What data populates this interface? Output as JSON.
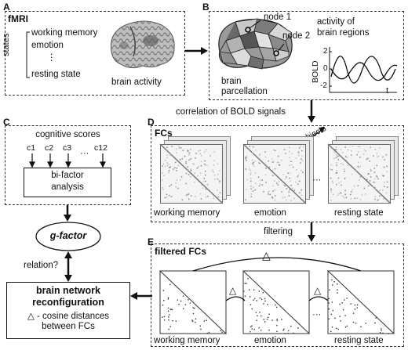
{
  "panelA": {
    "letter": "A",
    "title": "fMRI",
    "states_label": "states",
    "state_items": [
      "working memory",
      "emotion",
      "⋮",
      "resting state"
    ],
    "brain_caption": "brain activity"
  },
  "panelB": {
    "letter": "B",
    "node1": "node 1",
    "node2": "node 2",
    "parcellation_line1": "brain",
    "parcellation_line2": "parcellation",
    "activity_line1": "activity of",
    "activity_line2": "brain regions",
    "plot_ylabel": "BOLD",
    "plot_xlabel": "t",
    "tick_top": "2",
    "tick_mid": "0",
    "tick_bot": "-2"
  },
  "correlation_label": "correlation of BOLD signals",
  "panelC": {
    "letter": "C",
    "title": "cognitive scores",
    "score_labels": [
      "c1",
      "c2",
      "c3",
      "c12"
    ],
    "ellipsis": "···",
    "analysis_line1": "bi-factor",
    "analysis_line2": "analysis"
  },
  "panelD": {
    "letter": "D",
    "title": "FCs",
    "subjects_label": "subjects",
    "captions": [
      "working memory",
      "emotion",
      "resting state"
    ],
    "ellipsis": "···"
  },
  "gfactor_label": "g-factor",
  "relation_label": "relation?",
  "filtering_label": "filtering",
  "reconfig": {
    "line1": "brain network",
    "line2": "reconfiguration",
    "line3": "△ - cosine distances",
    "line4": "between FCs"
  },
  "panelE": {
    "letter": "E",
    "title": "filtered FCs",
    "delta": "△",
    "captions": [
      "working memory",
      "emotion",
      "resting state"
    ],
    "ellipsis": "···"
  }
}
